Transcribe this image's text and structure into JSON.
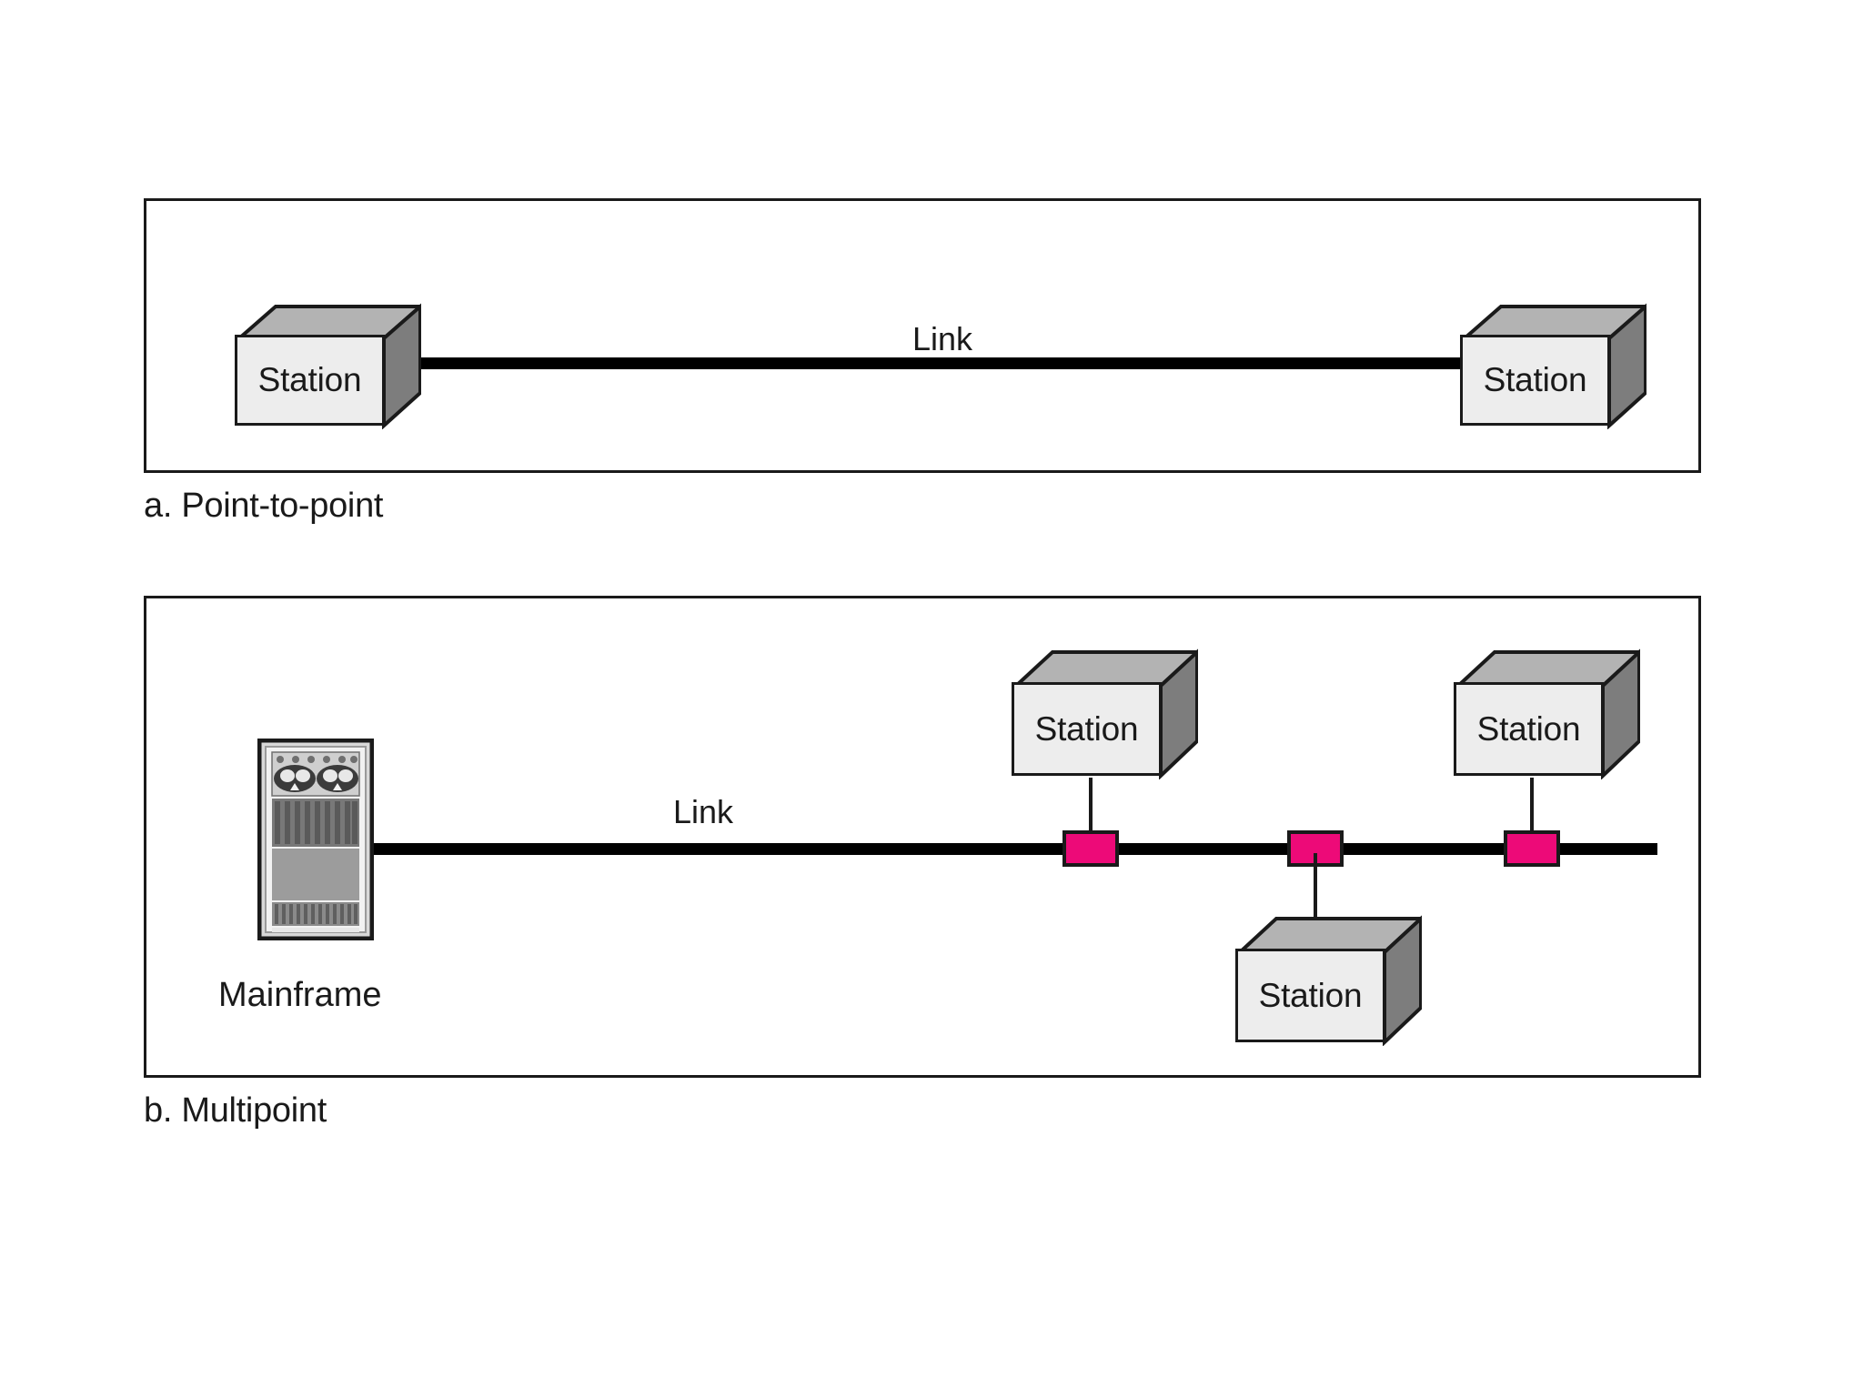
{
  "figure": {
    "type": "network-topology-diagram",
    "background_color": "#ffffff",
    "frame_color": "#1a1a1a"
  },
  "colors": {
    "tap_pink": "#ED0A78",
    "box_front": "#ededed",
    "box_top": "#b3b3b3",
    "box_side": "#7d7d7d",
    "line_black": "#000000",
    "text": "#1a1a1a"
  },
  "panels": [
    {
      "id": "a",
      "caption": "a. Point-to-point",
      "link_label": "Link",
      "nodes": [
        {
          "label": "Station",
          "role": "endpoint",
          "position": "left"
        },
        {
          "label": "Station",
          "role": "endpoint",
          "position": "right"
        }
      ],
      "connections": 1
    },
    {
      "id": "b",
      "caption": "b. Multipoint",
      "link_label": "Link",
      "mainframe_label": "Mainframe",
      "nodes": [
        {
          "label": "Mainframe",
          "role": "host",
          "position": "left"
        },
        {
          "label": "Station",
          "role": "drop",
          "position": "above-left"
        },
        {
          "label": "Station",
          "role": "drop",
          "position": "below-center"
        },
        {
          "label": "Station",
          "role": "drop",
          "position": "above-right"
        }
      ],
      "tap_count": 3
    }
  ]
}
